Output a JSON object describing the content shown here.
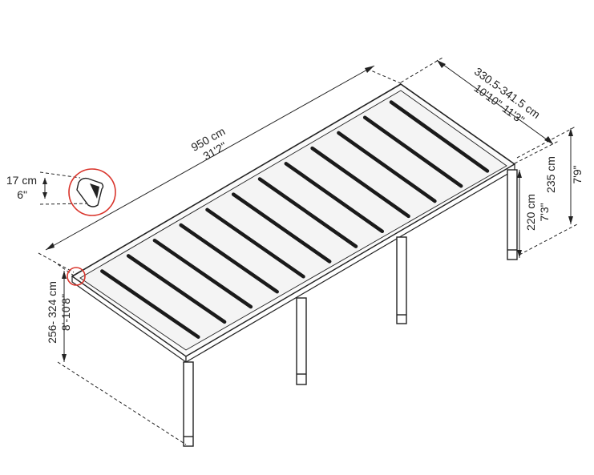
{
  "dimensions": {
    "length": {
      "metric": "950 cm",
      "imperial": "31'2\""
    },
    "width": {
      "metric": "330.5-341.5 cm",
      "imperial": "10'10\"-11'3\""
    },
    "rear_height": {
      "metric": "235 cm",
      "imperial": "7'9\""
    },
    "post_height": {
      "metric": "220 cm",
      "imperial": "7'3\""
    },
    "front_height": {
      "metric": "256- 324 cm",
      "imperial": "8'-10'8\""
    },
    "gutter": {
      "metric": "17 cm",
      "imperial": "6\""
    }
  },
  "panel_count": 12,
  "colors": {
    "line": "#222222",
    "panel_fill": "#f3f3f3",
    "highlight_circle": "#d9342b"
  }
}
